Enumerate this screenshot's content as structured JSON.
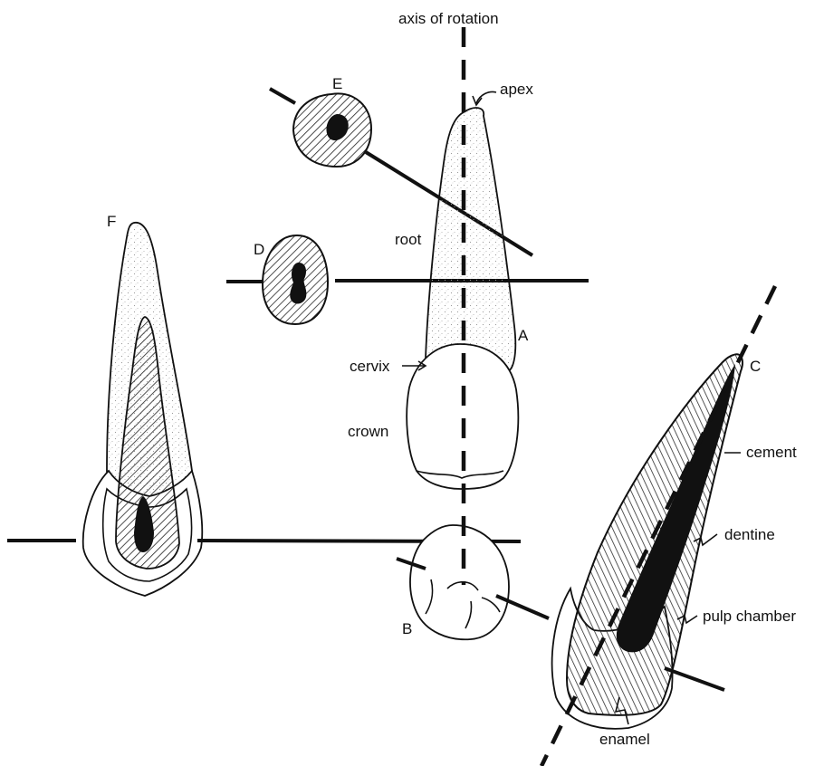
{
  "diagram": {
    "axis_label": "axis of rotation",
    "letters": {
      "a": "A",
      "b": "B",
      "c": "C",
      "d": "D",
      "e": "E",
      "f": "F"
    },
    "labels": {
      "apex": "apex",
      "root": "root",
      "cervix": "cervix",
      "crown": "crown",
      "cement": "cement",
      "dentine": "dentine",
      "pulp_chamber": "pulp chamber",
      "enamel": "enamel"
    },
    "colors": {
      "ink": "#111111",
      "background": "#ffffff",
      "stipple": "#b8b8b8"
    }
  }
}
